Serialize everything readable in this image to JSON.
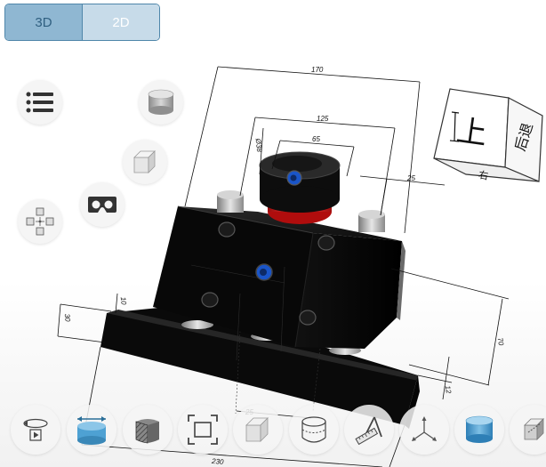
{
  "mode_toggle": {
    "options": [
      {
        "label": "3D",
        "active": true
      },
      {
        "label": "2D",
        "active": false
      }
    ]
  },
  "left_tools": [
    {
      "icon": "list-icon"
    },
    {
      "icon": "cylinder-icon"
    },
    {
      "icon": "cube-outline-icon"
    },
    {
      "icon": "vr-goggles-icon"
    },
    {
      "icon": "explode-cubes-icon"
    }
  ],
  "view_cube": {
    "faces": {
      "front": "上",
      "side": "后退",
      "bottom": "右"
    }
  },
  "dimensions": {
    "d170": "170",
    "d125": "125",
    "d65": "65",
    "d25_right": "25",
    "d38": "Ø38",
    "d70": "70",
    "d12": "12",
    "d30": "30",
    "d10": "10",
    "d230": "230",
    "d25_bottom": "25"
  },
  "bottom_tools": [
    {
      "icon": "rotate-play-icon"
    },
    {
      "icon": "measure-cylinder-icon"
    },
    {
      "icon": "section-cut-icon"
    },
    {
      "icon": "fit-frame-icon"
    },
    {
      "icon": "transparent-box-icon"
    },
    {
      "icon": "wireframe-cylinder-icon"
    },
    {
      "icon": "ruler-angle-icon"
    },
    {
      "icon": "axes-icon"
    },
    {
      "icon": "shaded-cylinder-icon"
    },
    {
      "icon": "view-box-icon"
    }
  ],
  "colors": {
    "accent": "#8fb7d2",
    "accent_border": "#4f86aa",
    "model_body": "#0a0a0a",
    "model_red": "#e01818",
    "model_blue": "#1a55c8",
    "icon_fill": "#4ea1d3"
  }
}
